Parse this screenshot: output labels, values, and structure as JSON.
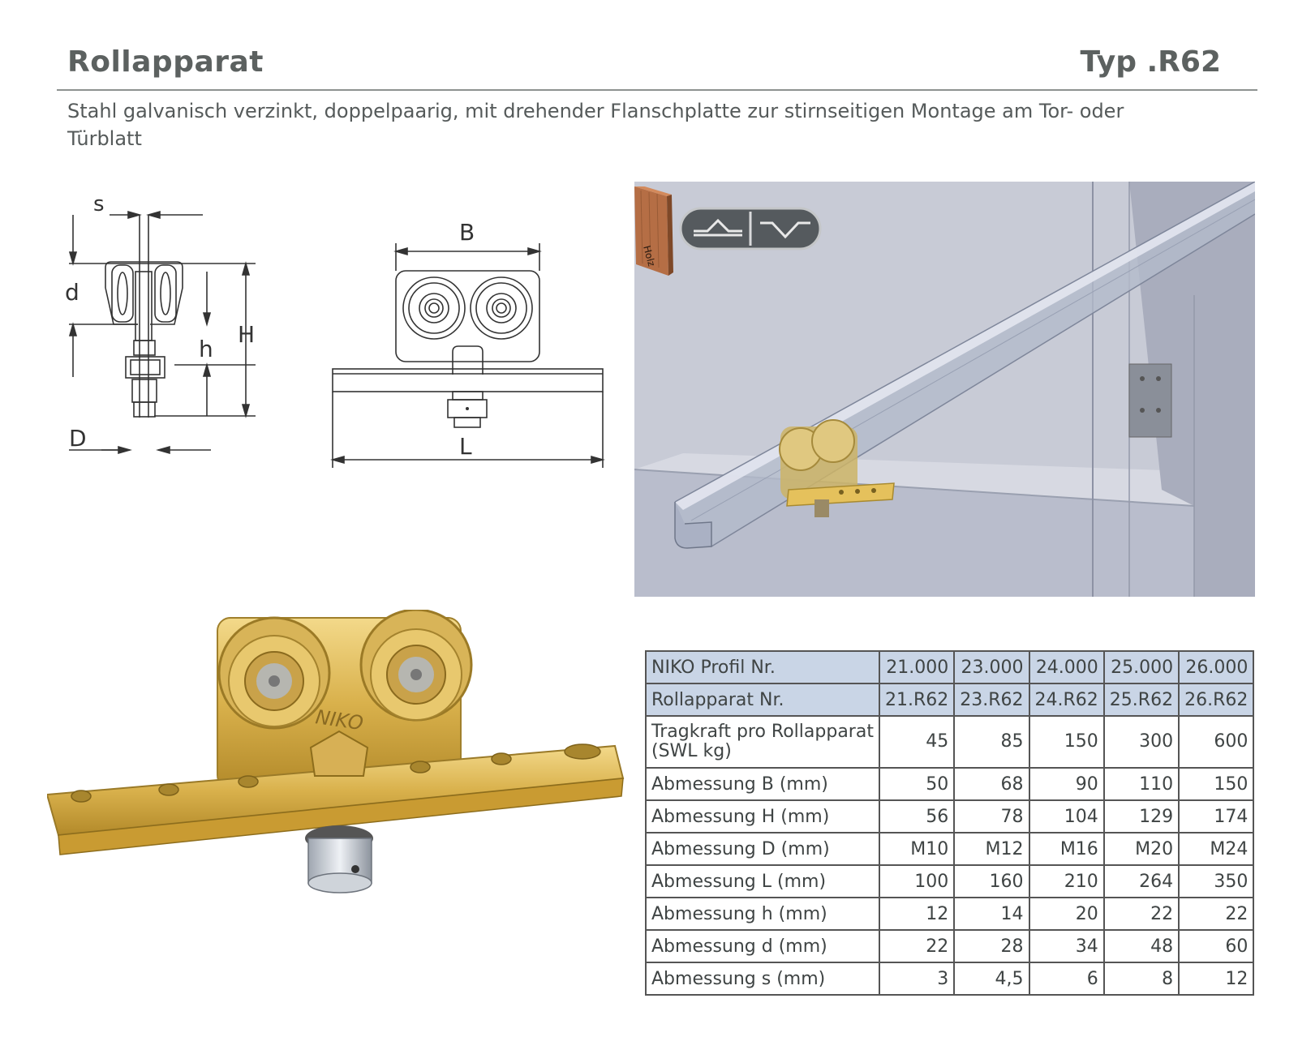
{
  "header": {
    "title": "Rollapparat",
    "type": "Typ .R62"
  },
  "description": "Stahl galvanisch verzinkt, doppelpaarig, mit drehender  Flanschplatte zur stirnseitigen Montage am Tor- oder Türblatt",
  "side_drawing": {
    "label_s": "s",
    "label_d": "d",
    "label_h": "h",
    "label_H": "H",
    "label_D": "D"
  },
  "front_drawing": {
    "label_B": "B",
    "label_L": "L"
  },
  "icons": {
    "wood_label": "Holz"
  },
  "photo": {
    "logo_text": "NIKO"
  },
  "table": {
    "header_rows": [
      {
        "label": "NIKO Profil Nr.",
        "values": [
          "21.000",
          "23.000",
          "24.000",
          "25.000",
          "26.000"
        ]
      },
      {
        "label": "Rollapparat Nr.",
        "values": [
          "21.R62",
          "23.R62",
          "24.R62",
          "25.R62",
          "26.R62"
        ]
      }
    ],
    "tall_row": {
      "line1": "Tragkraft pro Rollapparat",
      "line2": "(SWL kg)",
      "values": [
        "45",
        "85",
        "150",
        "300",
        "600"
      ]
    },
    "rows": [
      {
        "label": "Abmessung B (mm)",
        "values": [
          "50",
          "68",
          "90",
          "110",
          "150"
        ]
      },
      {
        "label": "Abmessung H (mm)",
        "values": [
          "56",
          "78",
          "104",
          "129",
          "174"
        ]
      },
      {
        "label": "Abmessung D (mm)",
        "values": [
          "M10",
          "M12",
          "M16",
          "M20",
          "M24"
        ]
      },
      {
        "label": "Abmessung L (mm)",
        "values": [
          "100",
          "160",
          "210",
          "264",
          "350"
        ]
      },
      {
        "label": "Abmessung h (mm)",
        "values": [
          "12",
          "14",
          "20",
          "22",
          "22"
        ]
      },
      {
        "label": "Abmessung d (mm)",
        "values": [
          "22",
          "28",
          "34",
          "48",
          "60"
        ]
      },
      {
        "label": "Abmessung s (mm)",
        "values": [
          "3",
          "4,5",
          "6",
          "8",
          "12"
        ]
      }
    ]
  }
}
